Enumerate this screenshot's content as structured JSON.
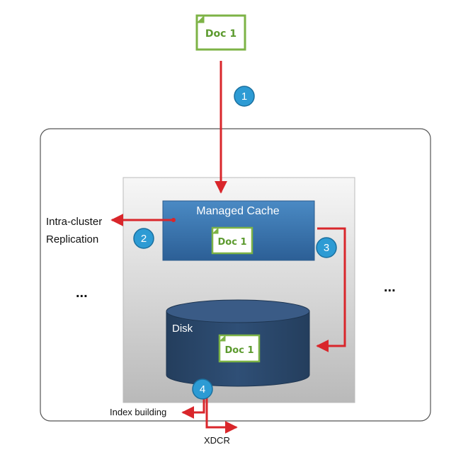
{
  "doc_label": "Doc 1",
  "managed_cache_label": "Managed Cache",
  "disk_label": "Disk",
  "replication_label_line1": "Intra-cluster",
  "replication_label_line2": "Replication",
  "ellipsis": "...",
  "index_building_label": "Index building",
  "xdcr_label": "XDCR",
  "steps": [
    "1",
    "2",
    "3",
    "4"
  ],
  "colors": {
    "arrow": "#d9262b",
    "step_circle": "#2d9bd4",
    "doc_border": "#7db346",
    "doc_text": "#5c9a2e",
    "cache_blue": "#3670a8",
    "disk_navy": "#2c4a6e"
  }
}
